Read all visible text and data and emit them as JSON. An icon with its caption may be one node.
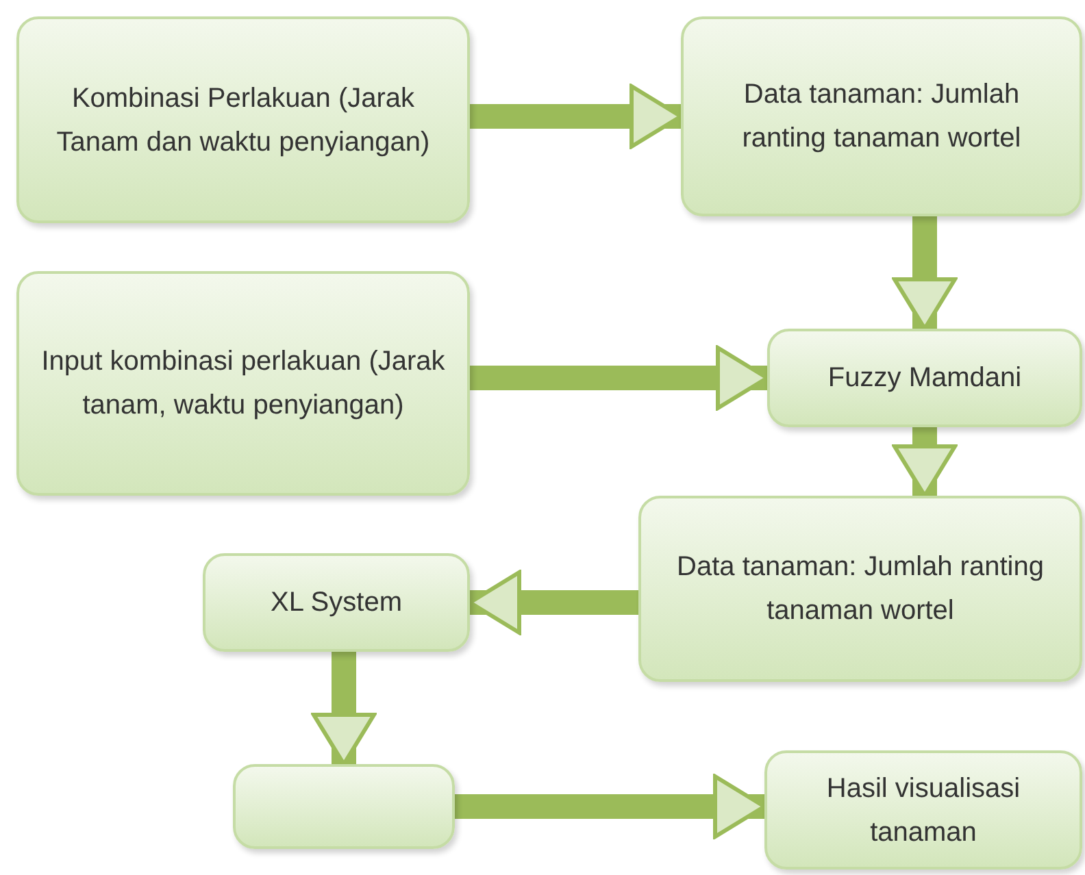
{
  "diagram": {
    "nodes": [
      {
        "text": [
          "Kombinasi Perlakuan (Jarak Tanam dan waktu penyiangan)"
        ]
      },
      {
        "text": [
          "Data tanaman: Jumlah ranting tanaman wortel"
        ]
      },
      {
        "text": [
          "Input kombinasi perlakuan (Jarak tanam, waktu penyiangan)"
        ]
      },
      {
        "text": [
          "Fuzzy Mamdani"
        ]
      },
      {
        "text": [
          "Data tanaman: Jumlah ranting tanaman wortel"
        ]
      },
      {
        "text": [
          "XL System"
        ]
      },
      {
        "text": [],
        "shape": "box"
      },
      {
        "text": [
          "Hasil visualisasi tanaman"
        ]
      }
    ],
    "edges": [
      {
        "from": 0,
        "to": 1,
        "arrow": "to"
      },
      {
        "from": 1,
        "to": 3,
        "arrow": "to"
      },
      {
        "from": 2,
        "to": 3,
        "arrow": "to"
      },
      {
        "from": 3,
        "to": 4,
        "arrow": "to"
      },
      {
        "from": 4,
        "to": 5,
        "arrow": "to"
      },
      {
        "from": 5,
        "to": 6,
        "arrow": "to"
      },
      {
        "from": 6,
        "to": 7,
        "arrow": "to"
      }
    ]
  }
}
